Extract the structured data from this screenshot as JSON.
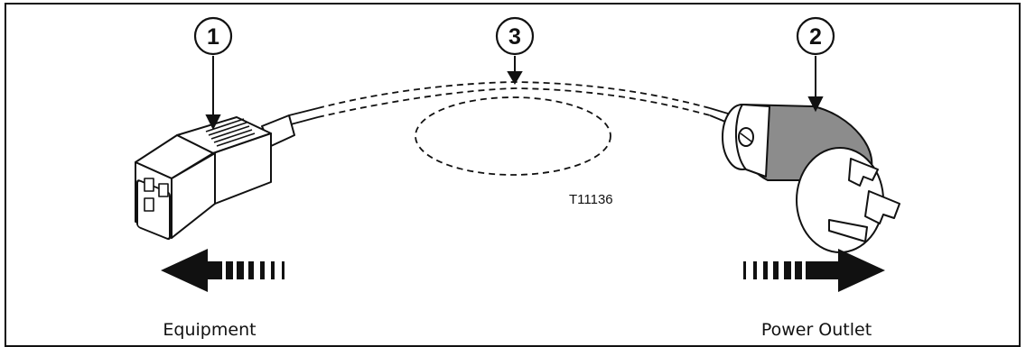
{
  "callouts": {
    "equipment_connector": "1",
    "plug": "2",
    "cord": "3"
  },
  "figure_id": "T11136",
  "labels": {
    "left_arrow": "Equipment",
    "right_arrow": "Power Outlet"
  },
  "colors": {
    "line": "#111111",
    "plug_body": "#8c8c8c",
    "connector_body": "#ffffff",
    "background": "#ffffff"
  },
  "icons": {
    "equipment_connector": "iec-c19-connector-icon",
    "plug": "locking-twist-plug-icon",
    "left_arrow": "arrow-left-icon",
    "right_arrow": "arrow-right-icon"
  }
}
